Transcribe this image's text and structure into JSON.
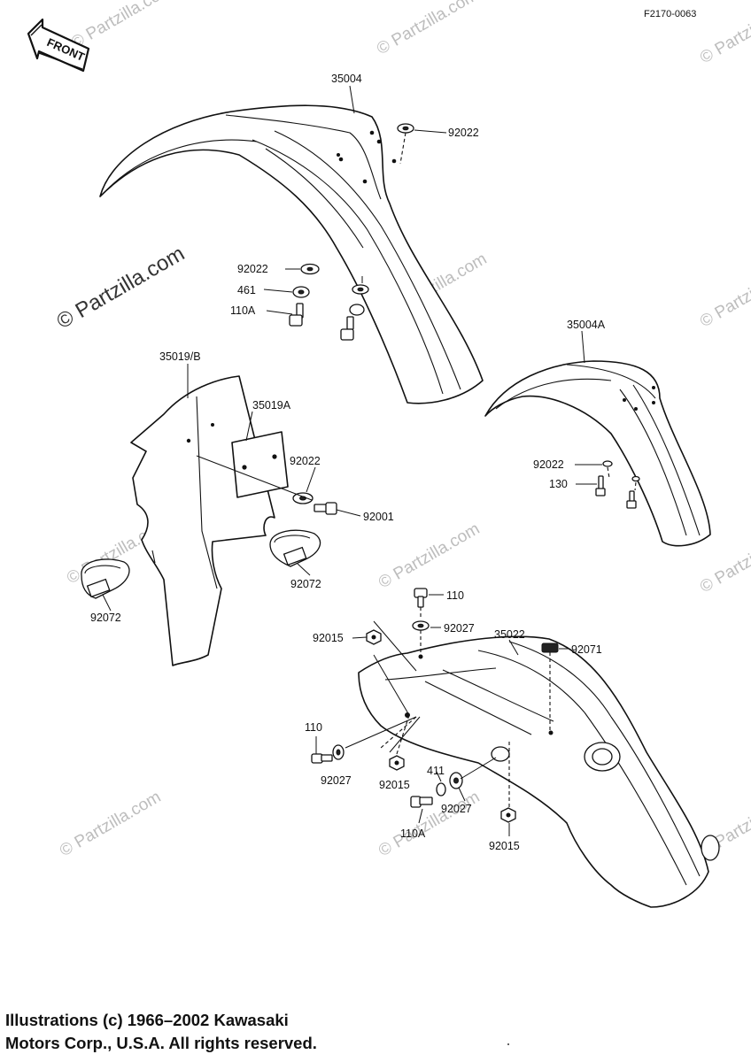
{
  "figure_code": "F2170-0063",
  "front_label": "FRONT",
  "watermark": "© Partzilla.com",
  "watermark_short": "© Partzilla.com",
  "labels": {
    "p35004": "35004",
    "p92022_top": "92022",
    "p92022_mid": "92022",
    "p461": "461",
    "p110A_top": "110A",
    "p35019B": "35019/B",
    "p35019A": "35019A",
    "p92022_plate": "92022",
    "p92001": "92001",
    "p92072_left": "92072",
    "p92072_right": "92072",
    "p35004A": "35004A",
    "p92022_right": "92022",
    "p130": "130",
    "p110_top": "110",
    "p92027_top": "92027",
    "p92015_top": "92015",
    "p35022": "35022",
    "p92071": "92071",
    "p110_left": "110",
    "p92027_left": "92027",
    "p92015_mid": "92015",
    "p411": "411",
    "p92027_mid": "92027",
    "p110A_bottom": "110A",
    "p92015_bottom": "92015"
  },
  "copyright": {
    "line1": "Illustrations (c) 1966–2002 Kawasaki",
    "line2": "Motors Corp., U.S.A.  All rights reserved."
  }
}
